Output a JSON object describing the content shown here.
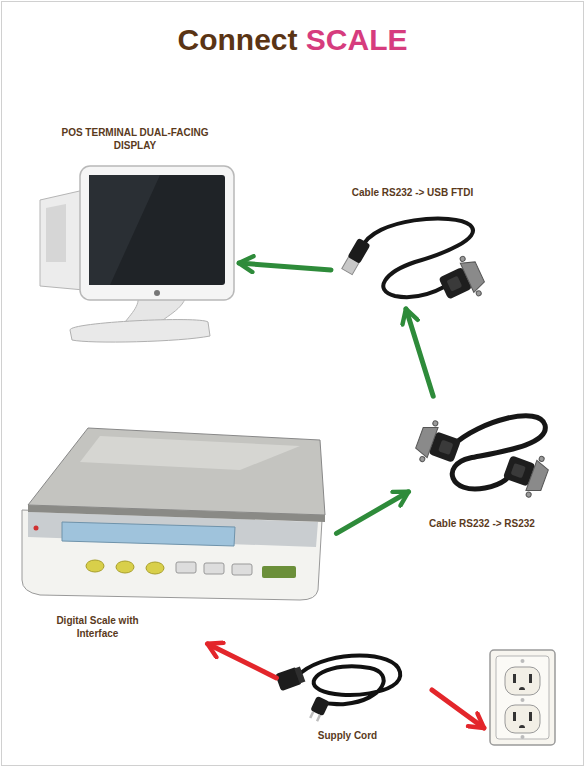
{
  "diagram": {
    "title": "Connect SCALE",
    "nodes": [
      {
        "text": [
          "POS TERMINAL DUAL-FACING DISPLAY"
        ]
      },
      {
        "text": [
          "Cable RS232 -> USB FTDI"
        ]
      },
      {
        "text": [
          "Cable RS232 -> RS232"
        ]
      },
      {
        "text": [
          "Digital Scale with Interface"
        ]
      },
      {
        "text": [
          "Supply Cord"
        ]
      }
    ],
    "edges": [
      {
        "from": 3,
        "to": 2,
        "arrow": "to"
      },
      {
        "from": 2,
        "to": 1,
        "arrow": "to"
      },
      {
        "from": 1,
        "to": 0,
        "arrow": "to"
      },
      {
        "from": 4,
        "to": 3,
        "arrow": "to"
      }
    ]
  }
}
